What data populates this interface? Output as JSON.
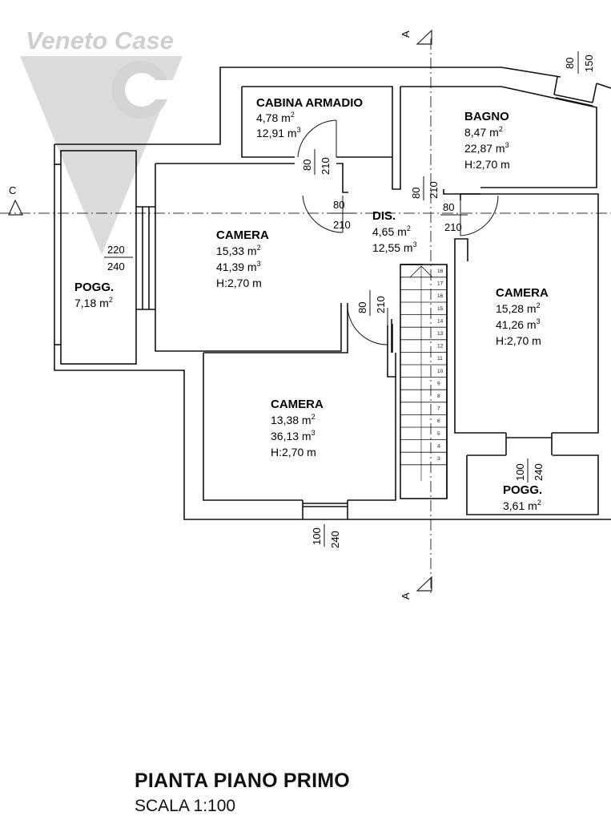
{
  "watermark": {
    "brand": "Veneto Case",
    "letter": "C",
    "color": "#c9c9c9"
  },
  "title": "PIANTA PIANO PRIMO",
  "scale": "SCALA 1:100",
  "section_marks": {
    "a_top": "A",
    "a_bottom": "A",
    "c_left": "C"
  },
  "rooms": {
    "cabina": {
      "name": "CABINA ARMADIO",
      "area_num": "4,78 m",
      "volume_num": "12,91 m"
    },
    "bagno": {
      "name": "BAGNO",
      "area_num": "8,47 m",
      "volume_num": "22,87 m",
      "height": "H:2,70  m"
    },
    "camera1": {
      "name": "CAMERA",
      "area_num": "15,33 m",
      "volume_num": "41,39 m",
      "height": "H:2,70  m"
    },
    "dis": {
      "name": "DIS.",
      "area_num": "4,65 m",
      "volume_num": "12,55 m"
    },
    "pogg1": {
      "name": "POGG.",
      "area_num": "7,18 m"
    },
    "camera2": {
      "name": "CAMERA",
      "area_num": "15,28 m",
      "volume_num": "41,26 m",
      "height": "H:2,70  m"
    },
    "camera3": {
      "name": "CAMERA",
      "area_num": "13,38 m",
      "volume_num": "36,13 m",
      "height": "H:2,70  m"
    },
    "pogg2": {
      "name": "POGG.",
      "area_num": "3,61 m"
    }
  },
  "sup2": "2",
  "sup3": "3",
  "dims": {
    "win_bagno_w": "80",
    "win_bagno_h": "150",
    "door_cabina_w": "80",
    "door_cabina_h": "210",
    "door_bagno_w": "80",
    "door_bagno_h": "210",
    "door_cam1_w": "80",
    "door_cam1_h": "210",
    "door_cam2_w": "80",
    "door_cam2_h": "210",
    "door_cam3_w": "80",
    "door_cam3_h": "210",
    "pogg1_w": "220",
    "pogg1_h": "240",
    "pogg2_w": "100",
    "pogg2_h": "240",
    "cam3_win_w": "100",
    "cam3_win_h": "240"
  },
  "stair_steps": [
    "18",
    "17",
    "16",
    "15",
    "14",
    "13",
    "12",
    "11",
    "10",
    "9",
    "8",
    "7",
    "6",
    "5",
    "4",
    "3"
  ]
}
